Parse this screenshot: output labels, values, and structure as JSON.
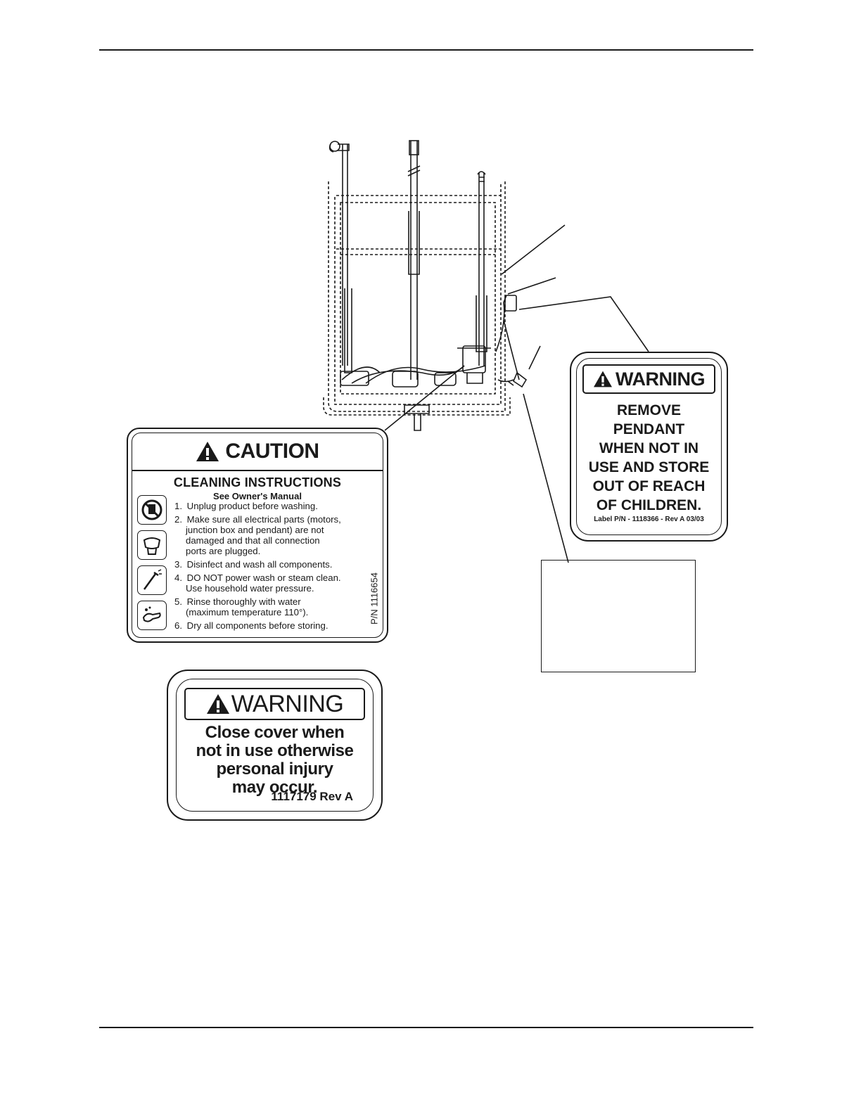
{
  "caution_label": {
    "signal_word": "CAUTION",
    "title": "CLEANING INSTRUCTIONS",
    "subtitle": "See Owner's Manual",
    "steps": [
      {
        "num": "1.",
        "lines": [
          "Unplug product before washing."
        ]
      },
      {
        "num": "2.",
        "lines": [
          "Make sure all electrical parts (motors,",
          "junction box and pendant) are not",
          "damaged and that all connection",
          "ports are plugged."
        ]
      },
      {
        "num": "3.",
        "lines": [
          "Disinfect and wash all components."
        ]
      },
      {
        "num": "4.",
        "lines": [
          "DO NOT power wash or steam clean.",
          "Use household water pressure."
        ]
      },
      {
        "num": "5.",
        "lines": [
          "Rinse thoroughly with water",
          "(maximum temperature 110°)."
        ]
      },
      {
        "num": "6.",
        "lines": [
          "Dry all components before storing."
        ]
      }
    ],
    "part_number": "P/N 1116654",
    "icons": [
      "no-plug-icon",
      "toilet-icon",
      "spray-wand-icon",
      "hand-washing-icon"
    ]
  },
  "pendant_warning": {
    "signal_word": "WARNING",
    "lines": [
      "REMOVE",
      "PENDANT",
      "WHEN NOT IN",
      "USE AND STORE",
      "OUT OF REACH",
      "OF CHILDREN."
    ],
    "part_number": "Label P/N - 1118366 - Rev A 03/03"
  },
  "cover_warning": {
    "signal_word": "WARNING",
    "lines": [
      "Close cover when",
      "not in use otherwise",
      "personal injury",
      "may occur."
    ],
    "part_number": "1117179 Rev A"
  },
  "colors": {
    "ink": "#1a1a1a",
    "paper": "#ffffff"
  }
}
